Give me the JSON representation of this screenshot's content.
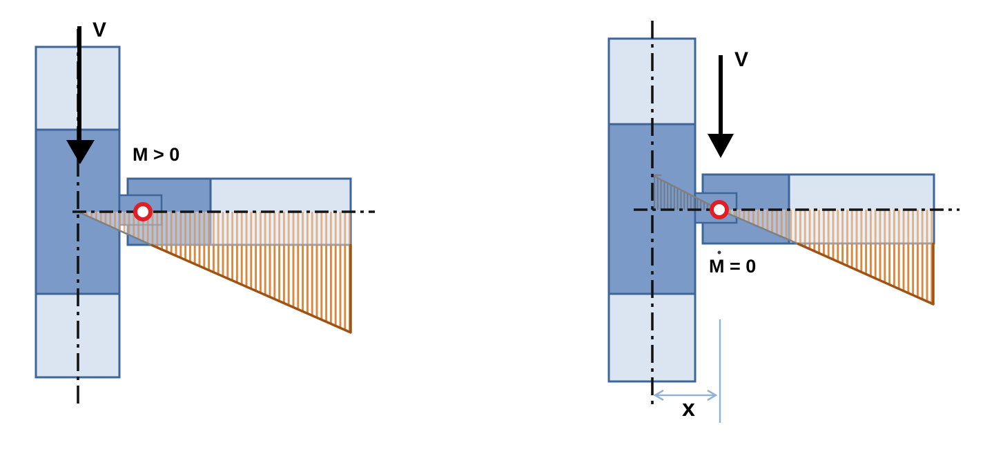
{
  "colors": {
    "background": "#ffffff",
    "fill_light": "#dbe5f1",
    "fill_mid": "#7b9ac8",
    "outline": "#3e6599",
    "hatch_orange": "#d9883f",
    "hatch_gray": "#6d7885",
    "edge_gray": "#7f7f7f",
    "edge_brown": "#9c5315",
    "centerline_black": "#141414",
    "arrow_black": "#000000",
    "hinge_red": "#e01e25",
    "hinge_white": "#ffffff",
    "dimension_blue": "#93b1d5"
  },
  "left_figure": {
    "shear_label": "V",
    "moment_label": "M > 0"
  },
  "right_figure": {
    "shear_label": "V",
    "moment_label": "M = 0",
    "dimension_label": "x"
  }
}
